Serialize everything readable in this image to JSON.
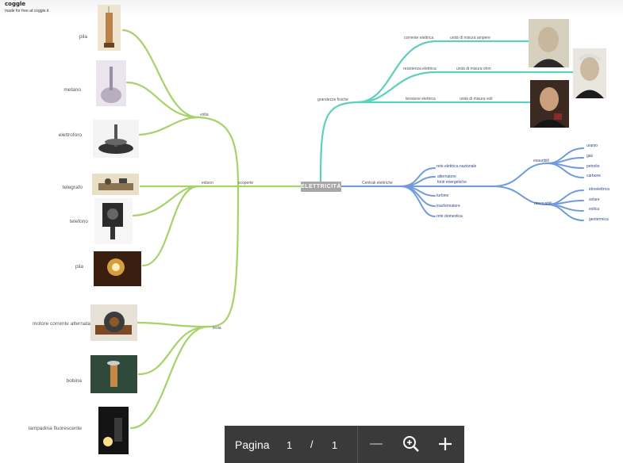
{
  "brand": {
    "name": "coggle",
    "tagline": "made for free at coggle.it"
  },
  "center": {
    "label": "ELETTRICITÀ"
  },
  "branches": {
    "scoperte": {
      "label": "scoperte",
      "volta": {
        "label": "volta",
        "leaves": [
          "pila",
          "metano",
          "elettroforo"
        ]
      },
      "edison": {
        "label": "edison",
        "leaves": [
          "telegrafo",
          "telefono",
          "pila"
        ]
      },
      "tesla": {
        "label": "tesla",
        "leaves": [
          "motore corrente alternata",
          "bobina",
          "lampadina fluorescente"
        ]
      }
    },
    "grandezze": {
      "label": "grandezze fisiche",
      "items": [
        {
          "label": "corrente elettrica",
          "unit": "unità di misura ampere"
        },
        {
          "label": "resistenza elettrica",
          "unit": "unità di misura ohm"
        },
        {
          "label": "tensione elettrica",
          "unit": "unità di misura volt"
        }
      ]
    },
    "centrali": {
      "label": "Centrali elettriche",
      "items": [
        "rete elettrica nazionale",
        "alternatore",
        "fonti energetiche",
        "turbine",
        "trasformatore",
        "rete domestica"
      ],
      "esauribili": {
        "label": "esauribili",
        "leaves": [
          "uranio",
          "gas",
          "petrolio",
          "carbone"
        ]
      },
      "rinnovabili": {
        "label": "rinnovabili",
        "leaves": [
          "idroelettrica",
          "solare",
          "eolica",
          "geotermica"
        ]
      }
    }
  },
  "toolbar": {
    "label": "Pagina",
    "page": "1",
    "separator": "/",
    "total": "1"
  },
  "icons": [
    "zoom-out-icon",
    "zoom-in-icon",
    "plus-icon"
  ],
  "colors": {
    "green": "#a5d36a",
    "teal": "#5dcfc0",
    "blue": "#6f9bdc",
    "toolbar": "#3a3a3a"
  }
}
